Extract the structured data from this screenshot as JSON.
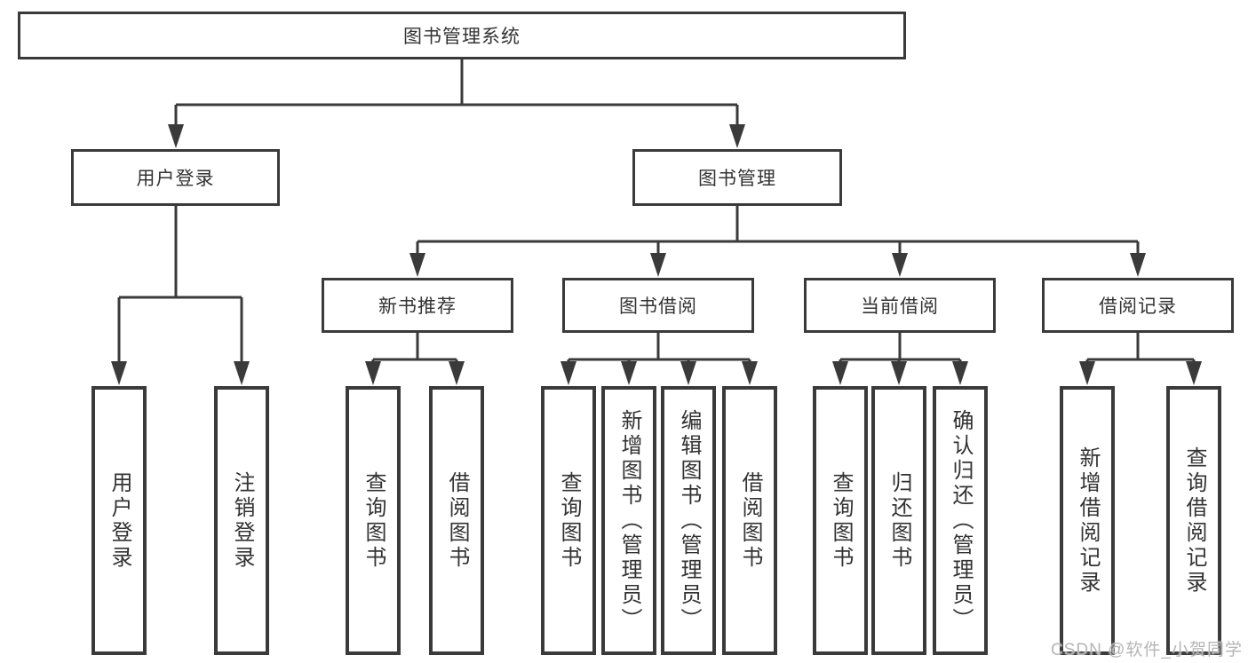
{
  "tree": {
    "root": {
      "label": "图书管理系统",
      "children": [
        {
          "label": "用户登录",
          "children": [
            {
              "label": "用户登录"
            },
            {
              "label": "注销登录"
            }
          ]
        },
        {
          "label": "图书管理",
          "children": [
            {
              "label": "新书推荐",
              "children": [
                {
                  "label": "查询图书"
                },
                {
                  "label": "借阅图书"
                }
              ]
            },
            {
              "label": "图书借阅",
              "children": [
                {
                  "label": "查询图书"
                },
                {
                  "label": "新增图书（管理员）"
                },
                {
                  "label": "编辑图书（管理员）"
                },
                {
                  "label": "借阅图书"
                }
              ]
            },
            {
              "label": "当前借阅",
              "children": [
                {
                  "label": "查询图书"
                },
                {
                  "label": "归还图书"
                },
                {
                  "label": "确认归还（管理员）"
                }
              ]
            },
            {
              "label": "借阅记录",
              "children": [
                {
                  "label": "新增借阅记录"
                },
                {
                  "label": "查询借阅记录"
                }
              ]
            }
          ]
        }
      ]
    }
  },
  "watermark": {
    "text": "CSDN @软件_小贺同学"
  },
  "colors": {
    "line": "#3a3a3a",
    "text": "#333333",
    "watermark": "#b5b5b5",
    "background": "#ffffff"
  }
}
